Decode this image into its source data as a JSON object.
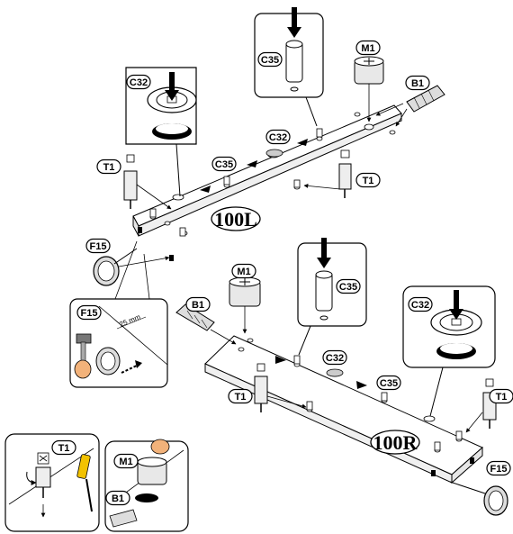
{
  "panels": {
    "left_label": "100L",
    "right_label": "100R"
  },
  "parts": {
    "c32": "C32",
    "c35": "C35",
    "m1": "M1",
    "b1": "B1",
    "t1": "T1",
    "f15": "F15"
  },
  "measure": "25 mm",
  "colors": {
    "line": "#000000",
    "fill": "#ffffff",
    "panel_edge": "#e6e6e6",
    "hand": "#f2b27a",
    "handle": "#f2c200"
  }
}
